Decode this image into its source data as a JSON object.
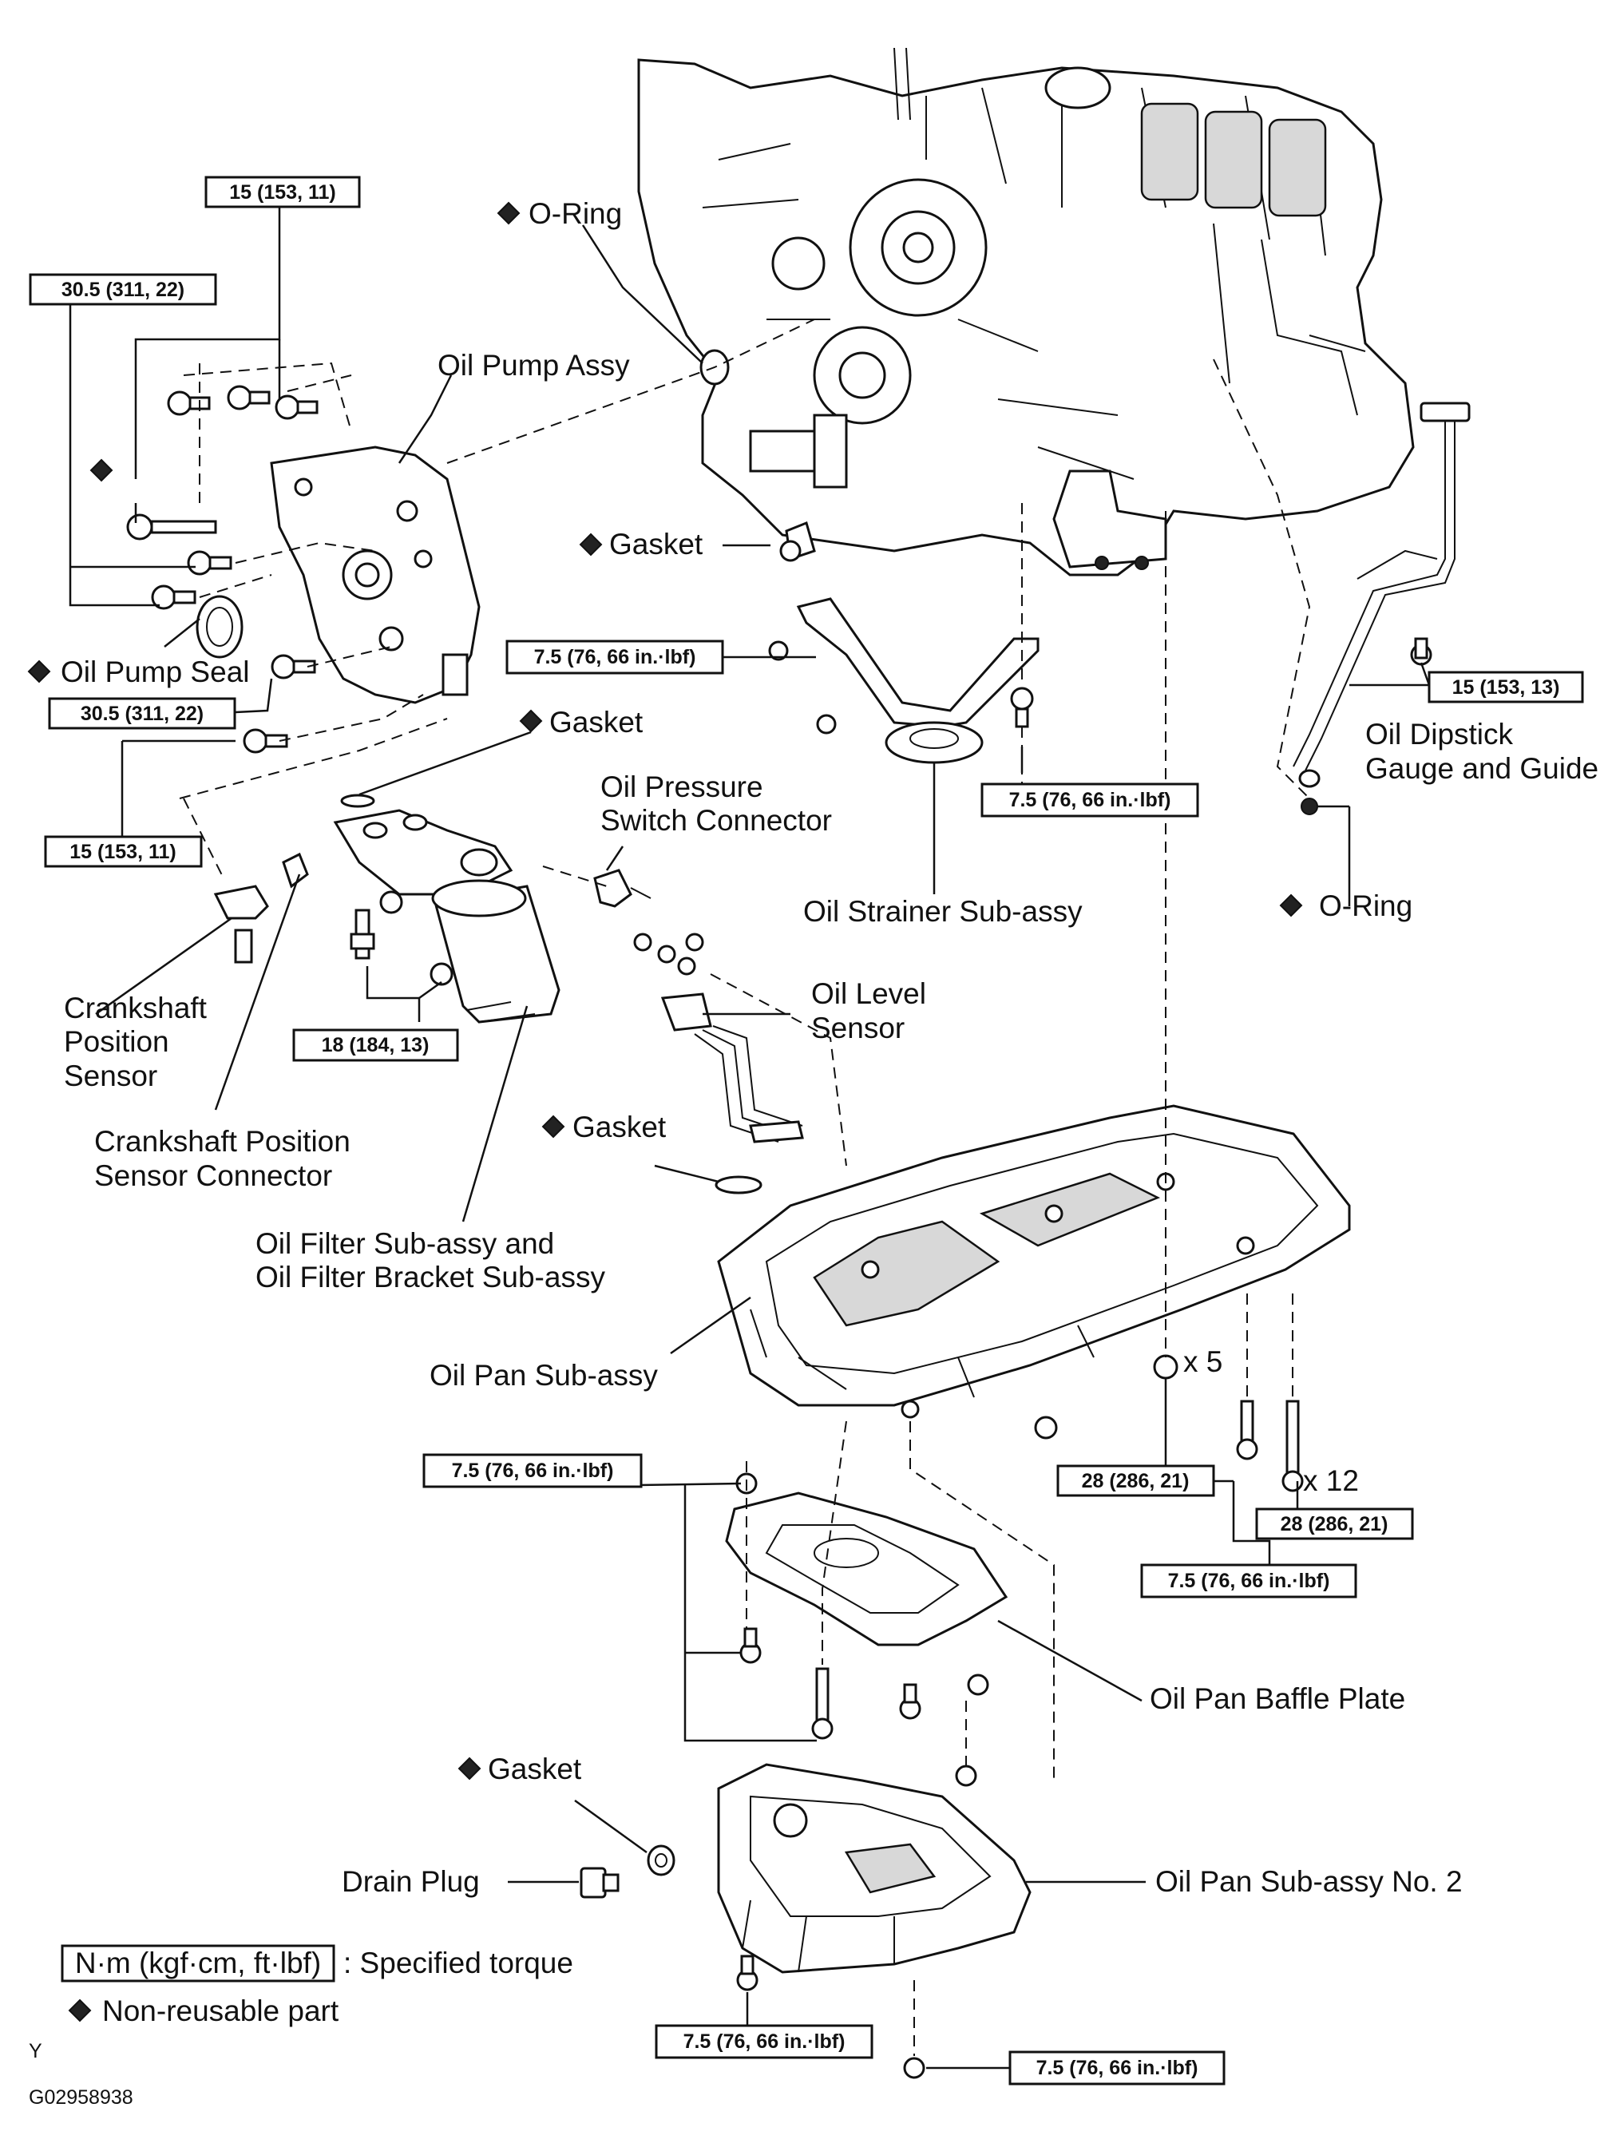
{
  "part_labels": {
    "o_ring_top": "O-Ring",
    "oil_pump_assy": "Oil Pump Assy",
    "gasket_top": "Gasket",
    "oil_pump_seal": "Oil Pump Seal",
    "gasket_filter": "Gasket",
    "oil_pressure_switch_l1": "Oil Pressure",
    "oil_pressure_switch_l2": "Switch Connector",
    "oil_strainer": "Oil Strainer Sub-assy",
    "oil_dipstick_l1": "Oil Dipstick",
    "oil_dipstick_l2": "Gauge and Guide",
    "o_ring_right": "O-Ring",
    "oil_level_sensor_l1": "Oil Level",
    "oil_level_sensor_l2": "Sensor",
    "crank_sensor_l1": "Crankshaft",
    "crank_sensor_l2": "Position",
    "crank_sensor_l3": "Sensor",
    "crank_connector_l1": "Crankshaft Position",
    "crank_connector_l2": "Sensor Connector",
    "gasket_level": "Gasket",
    "oil_filter_l1": "Oil Filter Sub-assy and",
    "oil_filter_l2": "Oil Filter Bracket Sub-assy",
    "oil_pan": "Oil Pan Sub-assy",
    "qty_5": "x 5",
    "qty_12": "x 12",
    "baffle_plate": "Oil Pan Baffle Plate",
    "gasket_drain": "Gasket",
    "drain_plug": "Drain Plug",
    "oil_pan_no2": "Oil Pan Sub-assy No. 2"
  },
  "torque_specs": {
    "t_15_153_11_top": "15 (153, 11)",
    "t_305_left": "30.5 (311, 22)",
    "t_75_strainer_left": "7.5 (76, 66 in.·lbf)",
    "t_15_153_13": "15 (153, 13)",
    "t_305_seal": "30.5 (311, 22)",
    "t_75_strainer_bracket": "7.5 (76, 66 in.·lbf)",
    "t_15_153_11_mid": "15 (153, 11)",
    "t_18_184_13": "18 (184, 13)",
    "t_75_baffle": "7.5 (76, 66 in.·lbf)",
    "t_28_286_21_a": "28 (286, 21)",
    "t_28_286_21_b": "28 (286, 21)",
    "t_75_pan_bolts": "7.5 (76, 66 in.·lbf)",
    "t_75_bottom_left": "7.5 (76, 66 in.·lbf)",
    "t_75_bottom_right": "7.5 (76, 66 in.·lbf)"
  },
  "legend": {
    "torque_box": "N·m (kgf·cm, ft·lbf)",
    "torque_desc": ": Specified torque",
    "non_reusable": "Non-reusable part"
  },
  "footer": {
    "letter": "Y",
    "code": "G02958938"
  }
}
